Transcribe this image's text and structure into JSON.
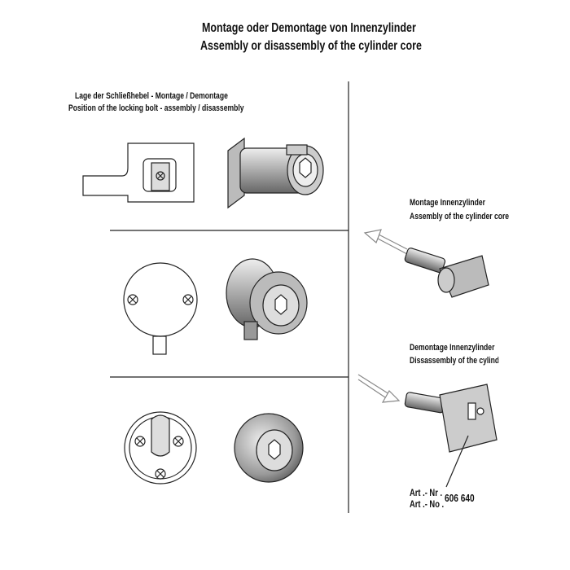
{
  "header": {
    "title_de": "Montage oder Demontage von Innenzylinder",
    "title_en": "Assembly or disassembly of the cylinder core"
  },
  "left_panel": {
    "label_de": "Lage der Schließhebel - Montage / Demontage",
    "label_en": "Position of the locking bolt - assembly / disassembly"
  },
  "right_panel": {
    "assembly_de": "Montage Innenzylinder",
    "assembly_en": "Assembly of the cylinder core",
    "disassembly_de": "Demontage Innenzylinder",
    "disassembly_en": "Dissassembly of the cylinder core",
    "art_nr_label": "Art .- Nr .",
    "art_no_label": "Art .- No .",
    "art_number": "606  640"
  }
}
